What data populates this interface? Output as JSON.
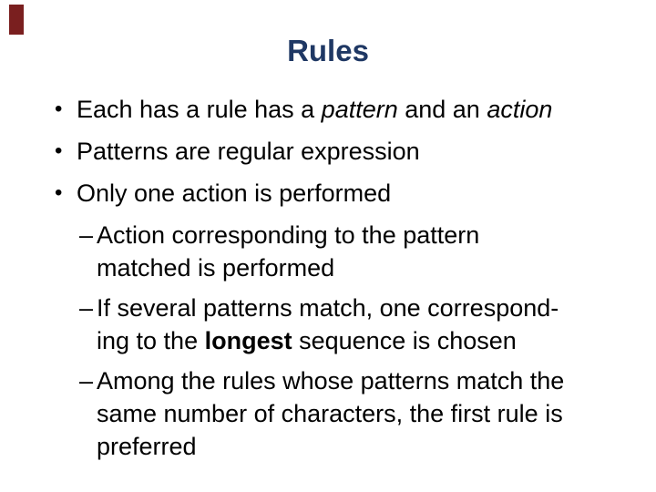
{
  "slide": {
    "title": "Rules",
    "colors": {
      "title": "#1f3864",
      "body": "#000000",
      "accent": "#7a1f1f",
      "background": "#ffffff"
    },
    "bullets": [
      {
        "level": 1,
        "marker": "•",
        "lines": [
          [
            {
              "t": "Each has a rule has a "
            },
            {
              "t": "pattern",
              "style": "italic"
            },
            {
              "t": " and an "
            },
            {
              "t": "action",
              "style": "italic"
            }
          ]
        ]
      },
      {
        "level": 1,
        "marker": "•",
        "lines": [
          [
            {
              "t": "Patterns are regular expression"
            }
          ]
        ]
      },
      {
        "level": 1,
        "marker": "•",
        "lines": [
          [
            {
              "t": "Only one action is performed"
            }
          ]
        ]
      },
      {
        "level": 2,
        "marker": "–",
        "lines": [
          [
            {
              "t": "Action corresponding to the pattern"
            }
          ],
          [
            {
              "t": "matched is performed"
            }
          ]
        ]
      },
      {
        "level": 2,
        "marker": "–",
        "lines": [
          [
            {
              "t": "If several patterns match, one correspond-"
            }
          ],
          [
            {
              "t": "ing to the "
            },
            {
              "t": "longest",
              "style": "bold"
            },
            {
              "t": " sequence is chosen"
            }
          ]
        ]
      },
      {
        "level": 2,
        "marker": "–",
        "lines": [
          [
            {
              "t": "Among the rules whose patterns match the"
            }
          ],
          [
            {
              "t": "same number of characters, the first rule is"
            }
          ],
          [
            {
              "t": "preferred"
            }
          ]
        ]
      }
    ]
  }
}
